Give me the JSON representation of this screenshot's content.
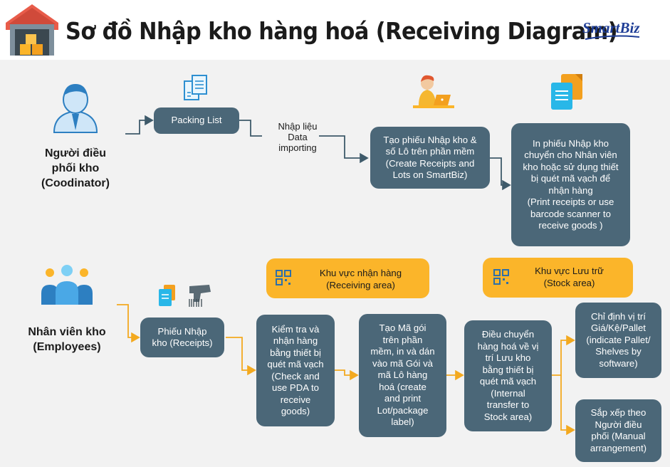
{
  "header": {
    "title": "Sơ đồ Nhập kho hàng hoá (Receiving Diagram)",
    "logo": "SmartBiz"
  },
  "roles": {
    "coordinator": "Người điều\nphối kho\n(Coodinator)",
    "employees": "Nhân viên kho\n(Employees)"
  },
  "coordinator_flow": {
    "packing_list": "Packing List",
    "data_note": "Nhập liệu\nData\nimporting",
    "create_receipts": "Tạo phiếu Nhập kho &\nsố Lô trên phần mềm\n(Create Receipts and\nLots on SmartBiz)",
    "print_receipts": "In phiếu Nhập kho\nchuyển cho Nhân viên\nkho hoặc sử dụng thiết\nbị quét mã vạch để\nnhận hàng\n(Print receipts or use\nbarcode scanner to\nreceive goods )"
  },
  "zones": {
    "receiving": "Khu vực nhận hàng\n(Receiving area)",
    "stock": "Khu vực Lưu trữ\n(Stock area)"
  },
  "employee_flow": {
    "receipts": "Phiếu Nhập\nkho (Receipts)",
    "check": "Kiểm tra và\nnhận hàng\nbằng thiết bị\nquét mã vạch\n(Check and\nuse PDA to\nreceive\ngoods)",
    "create_label": "Tạo Mã gói\ntrên phần\nmềm, in và dán\nvào mã Gói và\nmã Lô hàng\nhoá (create\nand print\nLot/package\nlabel)",
    "transfer": "Điều chuyển\nhàng hoá về vị\ntrí Lưu kho\nbằng thiết bị\nquét mã vạch\n(Internal\ntransfer to\nStock area)",
    "assign": "Chỉ định vị trí\nGiá/Kệ/Pallet\n(indicate Pallet/\nShelves by\nsoftware)",
    "arrange": "Sắp xếp theo\nNgười điều\nphối (Manual\narrangement)"
  },
  "colors": {
    "box": "#4b6778",
    "zone": "#fbb52a",
    "arrow_dark": "#3e5a6a",
    "arrow_orange": "#f3a91f",
    "accent_blue": "#1e3d96"
  },
  "icons": [
    "warehouse-icon",
    "coordinator-person-icon",
    "documents-icon",
    "worker-laptop-icon",
    "files-icon",
    "employees-group-icon",
    "barcode-scanner-icon",
    "qr-code-icon"
  ]
}
